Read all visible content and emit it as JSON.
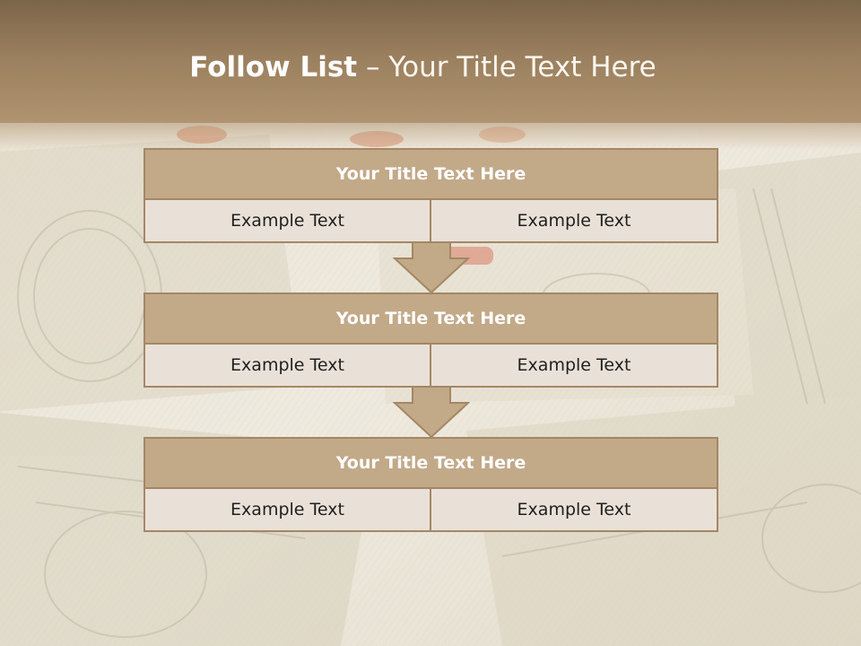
{
  "slide": {
    "title_bold": "Follow List",
    "title_rest": "– Your Title Text Here"
  },
  "blocks": [
    {
      "title": "Your Title Text Here",
      "left": "Example Text",
      "right": "Example Text"
    },
    {
      "title": "Your Title Text Here",
      "left": "Example Text",
      "right": "Example Text"
    },
    {
      "title": "Your Title Text Here",
      "left": "Example Text",
      "right": "Example Text"
    }
  ],
  "colors": {
    "title_band": "#9a7f5e",
    "block_header": "#c2a988",
    "block_body": "#e9e1d8",
    "border": "#a48765",
    "arrow": "#c2a988"
  },
  "background": "money-background-image"
}
